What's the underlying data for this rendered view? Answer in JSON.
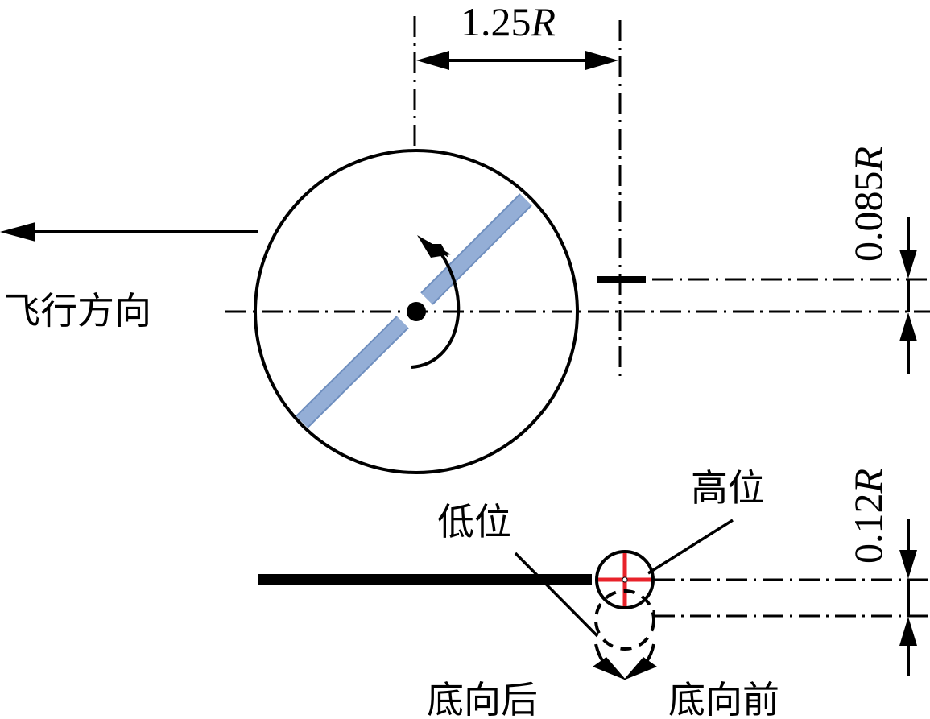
{
  "labels": {
    "flight_direction": "飞行方向",
    "high_position": "高位",
    "low_position": "低位",
    "bottom_backward": "底向后",
    "bottom_forward": "底向前"
  },
  "dimensions": {
    "horizontal_offset": {
      "value": "1.25",
      "unit": "R"
    },
    "vertical_offset_upper": {
      "value": "0.085",
      "unit": "R"
    },
    "vertical_offset_lower": {
      "value": "0.12",
      "unit": "R"
    }
  },
  "colors": {
    "blade": "#94aed6",
    "blade_outline": "#6f8fbf",
    "crosshair": "#e8222a",
    "ink": "#000000"
  }
}
